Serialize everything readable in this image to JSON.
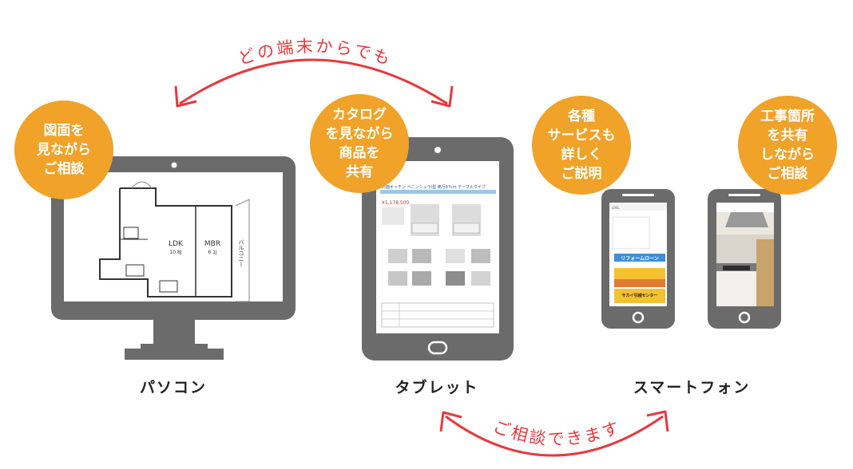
{
  "arc_top_label": "どの端末からでも",
  "arc_bottom_label": "ご相談できます",
  "accent_color": "#e8383d",
  "bubble_color": "#f0a229",
  "device_color": "#6b6b6b",
  "devices": {
    "pc": {
      "label": "パソコン"
    },
    "tablet": {
      "label": "タブレット"
    },
    "phone": {
      "label": "スマートフォン"
    }
  },
  "bubbles": {
    "pc": [
      "図面を",
      "見ながら",
      "ご相談"
    ],
    "tablet": [
      "カタログ",
      "を見ながら",
      "商品を",
      "共有"
    ],
    "phone1": [
      "各種",
      "サービスも",
      "詳しく",
      "ご説明"
    ],
    "phone2": [
      "工事箇所",
      "を共有",
      "しながら",
      "ご相談"
    ]
  },
  "floorplan": {
    "room1": "LDK",
    "room1_size": "10.8J",
    "room2": "MBR",
    "room2_size": "6.1J",
    "balcony": "バルコニー"
  },
  "catalog": {
    "header": "対面キッチン ベニンシュラI型 奥行97cm テーブルタイプ",
    "price": "¥1,178,500"
  },
  "phone_app": {
    "brand": "LIXIL",
    "banner_loan": "リフォームローン",
    "banner_center": "サカイ引越センター"
  }
}
